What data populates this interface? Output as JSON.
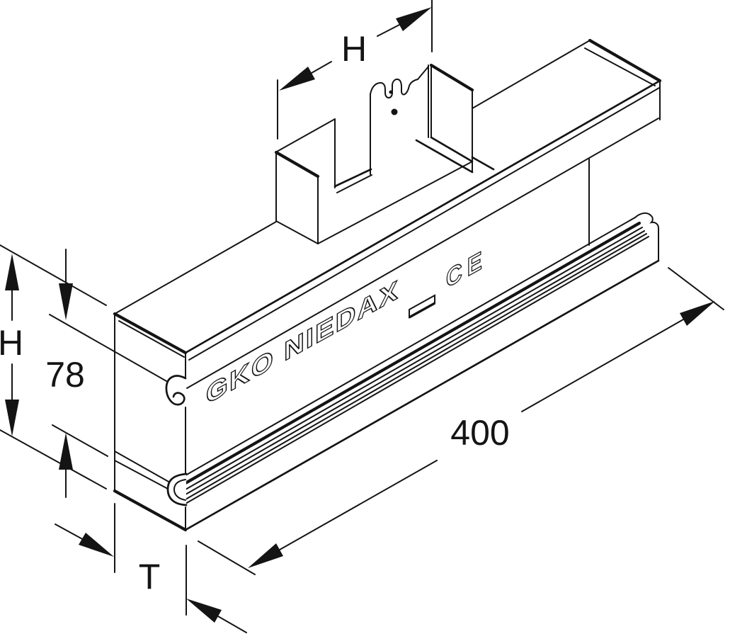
{
  "drawing": {
    "background": "#ffffff",
    "line_color": "#141414",
    "dimensions": {
      "branch_width": "H",
      "overall_height": "H",
      "lower_height": "78",
      "depth": "T",
      "length": "400"
    },
    "embossed": {
      "brand": "GKO NIEDAX",
      "ce": "CE"
    }
  }
}
